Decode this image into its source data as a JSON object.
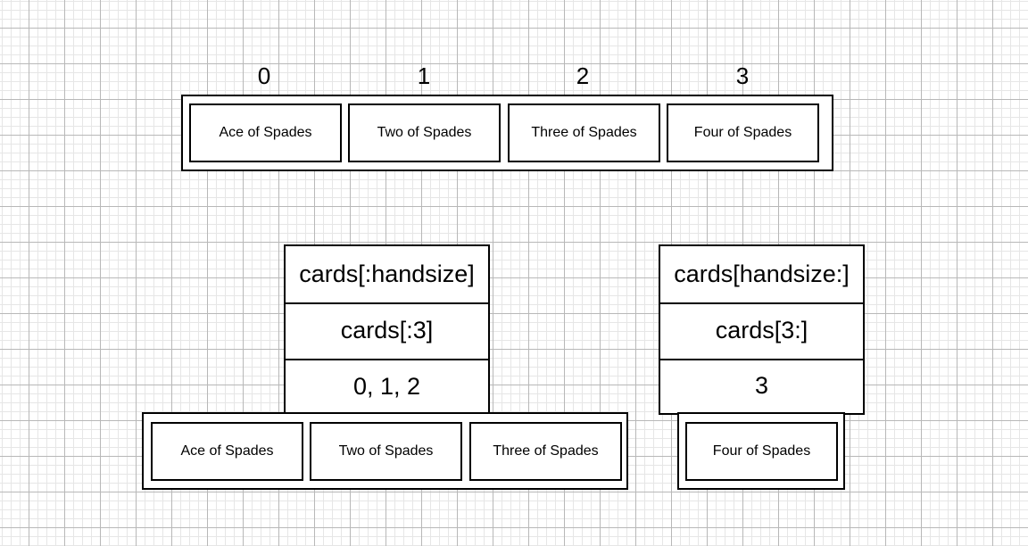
{
  "top_row": {
    "indices": [
      "0",
      "1",
      "2",
      "3"
    ],
    "cards": [
      "Ace of Spades",
      "Two of Spades",
      "Three of Spades",
      "Four of Spades"
    ]
  },
  "left_slice": {
    "expressions": [
      "cards[:handsize]",
      "cards[:3]",
      "0, 1, 2"
    ],
    "cards": [
      "Ace of Spades",
      "Two of Spades",
      "Three of Spades"
    ]
  },
  "right_slice": {
    "expressions": [
      "cards[handsize:]",
      "cards[3:]",
      "3"
    ],
    "cards": [
      "Four of Spades"
    ]
  }
}
